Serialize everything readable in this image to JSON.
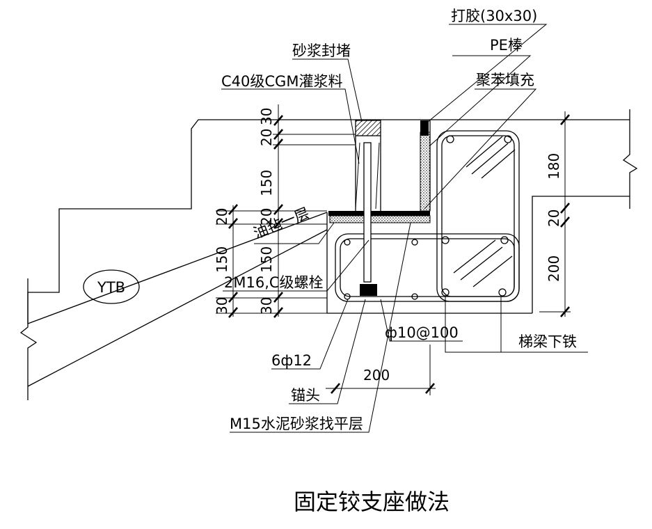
{
  "labels": {
    "glue": "打胶(30x30)",
    "pe_rod": "PE棒",
    "mortar_seal": "砂浆封堵",
    "foam_fill": "聚苯填充",
    "grout": "C40级CGM灌浆料",
    "felt_layer": "油毡一层",
    "bolts": "2M16,C级螺栓",
    "stirrup": "ф10@100",
    "beam_bottom_rebar": "梯梁下铁",
    "longitudinal_bars": "6ф12",
    "anchor_head": "锚头",
    "leveling_layer": "M15水泥砂浆找平层",
    "ytb": "YTB"
  },
  "dimensions": {
    "left": [
      "30",
      "20",
      "150",
      "20",
      "150",
      "30"
    ],
    "far_left": [
      "20",
      "150",
      "30"
    ],
    "right": [
      "180",
      "20",
      "200"
    ],
    "bottom": "200"
  },
  "title": "固定铰支座做法"
}
